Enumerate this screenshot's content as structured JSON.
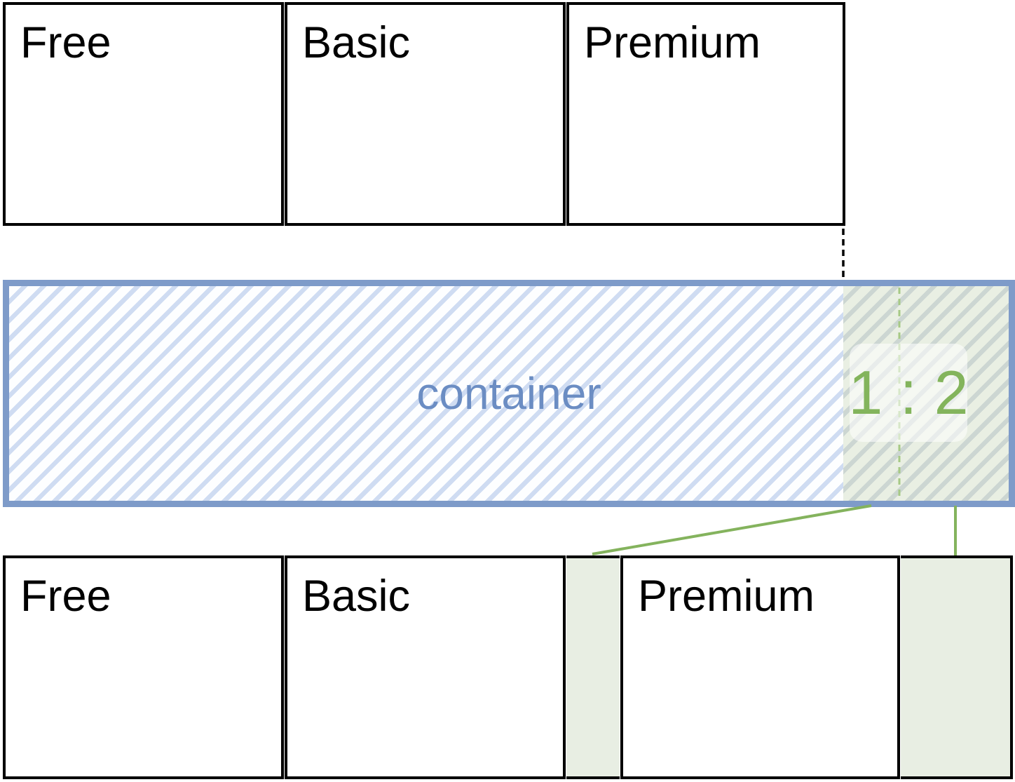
{
  "diagram": {
    "top_row": {
      "cells": [
        {
          "label": "Free"
        },
        {
          "label": "Basic"
        },
        {
          "label": "Premium"
        }
      ]
    },
    "container": {
      "label": "container"
    },
    "ratio_badge": {
      "label": "1 : 2"
    },
    "bottom_row": {
      "cells": [
        {
          "label": "Free"
        },
        {
          "label": "Basic"
        },
        {
          "label": "Premium"
        }
      ]
    },
    "colors": {
      "box_border": "#000000",
      "container_border": "#7e9bc9",
      "container_hatch": "#cfdcf2",
      "container_label": "#6b8dc3",
      "accent_green": "#84b35d",
      "divider_green": "#a6c985",
      "light_green_fill": "#e8eee3",
      "ratio_text": "#83b45c"
    }
  }
}
